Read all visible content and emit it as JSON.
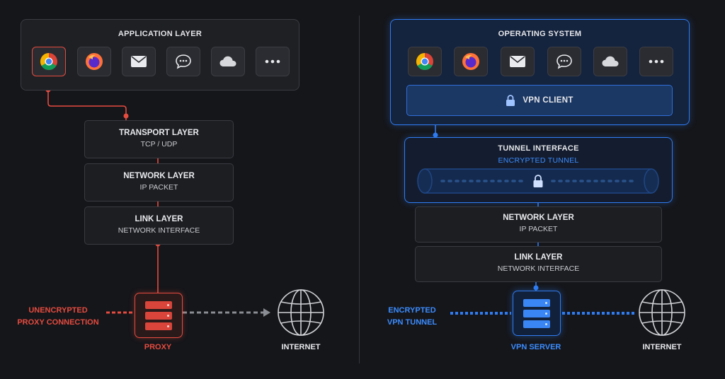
{
  "left": {
    "app_layer_title": "APPLICATION LAYER",
    "apps": [
      "chrome-icon",
      "firefox-icon",
      "mail-icon",
      "chat-icon",
      "cloud-icon",
      "more-icon"
    ],
    "layers": [
      {
        "title": "TRANSPORT LAYER",
        "subtitle": "TCP / UDP"
      },
      {
        "title": "NETWORK LAYER",
        "subtitle": "IP PACKET"
      },
      {
        "title": "LINK LAYER",
        "subtitle": "NETWORK INTERFACE"
      }
    ],
    "connection_label_line1": "UNENCRYPTED",
    "connection_label_line2": "PROXY CONNECTION",
    "server_label": "PROXY",
    "internet_label": "INTERNET"
  },
  "right": {
    "os_title": "OPERATING SYSTEM",
    "apps": [
      "chrome-icon",
      "firefox-icon",
      "mail-icon",
      "chat-icon",
      "cloud-icon",
      "more-icon"
    ],
    "vpn_client_label": "VPN CLIENT",
    "tunnel_title": "TUNNEL INTERFACE",
    "tunnel_subtitle": "ENCRYPTED TUNNEL",
    "layers": [
      {
        "title": "NETWORK LAYER",
        "subtitle": "IP PACKET"
      },
      {
        "title": "LINK LAYER",
        "subtitle": "NETWORK INTERFACE"
      }
    ],
    "connection_label_line1": "ENCRYPTED",
    "connection_label_line2": "VPN TUNNEL",
    "server_label": "VPN SERVER",
    "internet_label": "INTERNET"
  },
  "colors": {
    "red": "#e64b3f",
    "blue": "#2f7bf0",
    "background": "#15161a"
  }
}
